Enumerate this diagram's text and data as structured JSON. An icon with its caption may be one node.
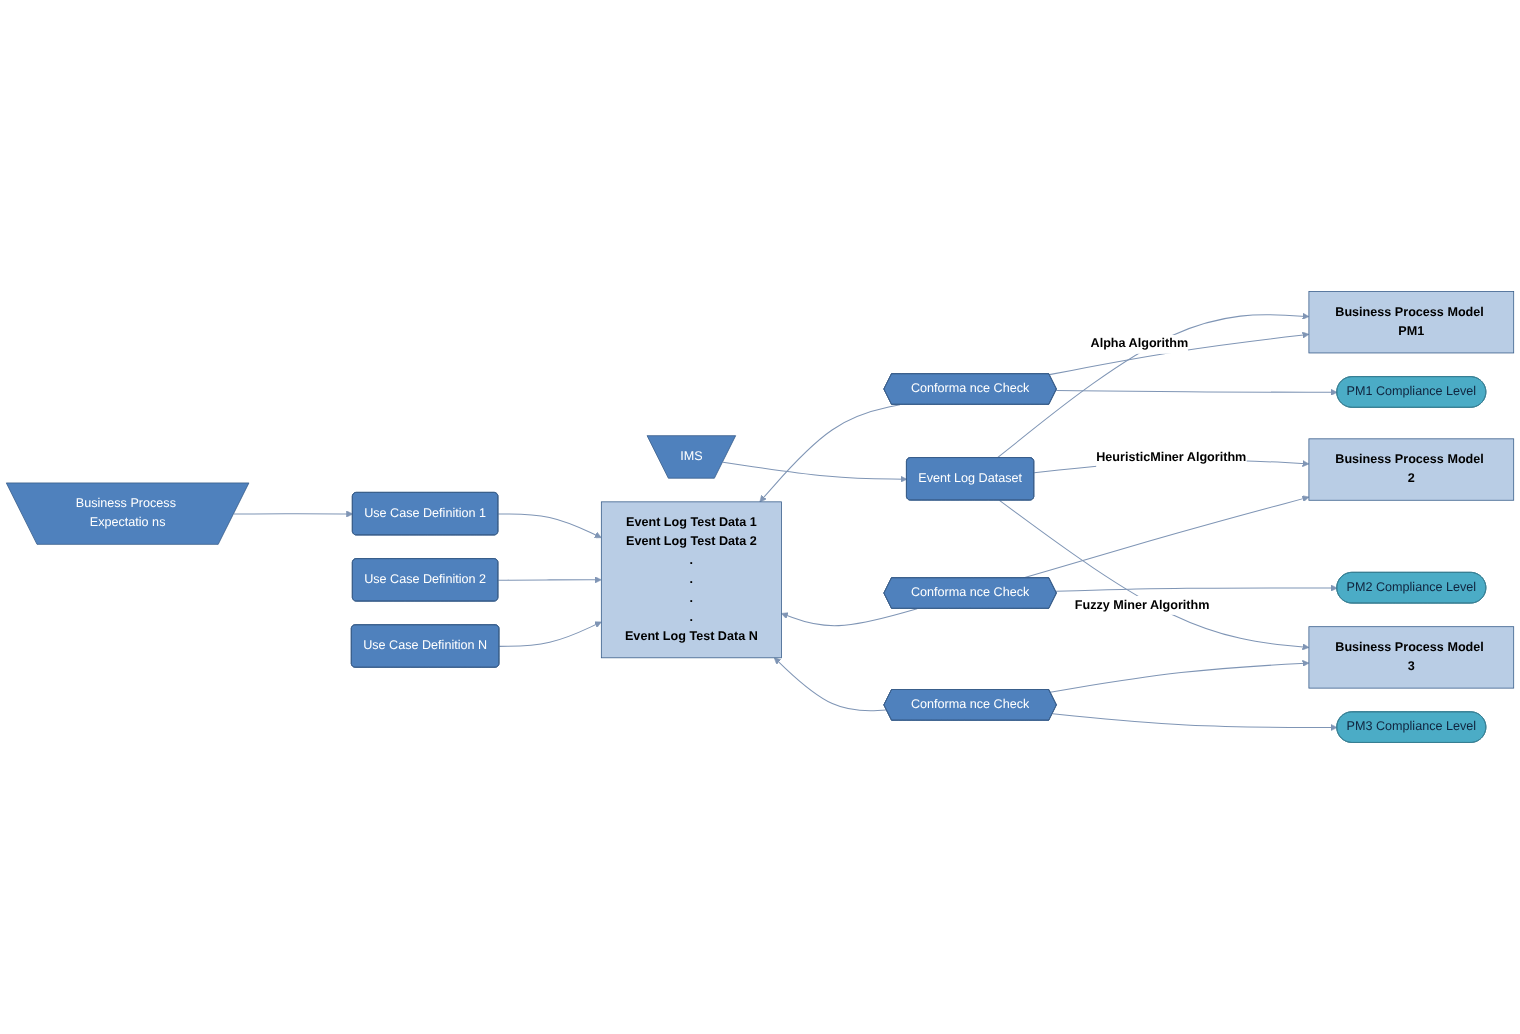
{
  "diagram": {
    "nodes": [
      {
        "text": [
          "Business Process Expectatio ns"
        ]
      },
      {
        "text": [
          "Use Case Definition 1"
        ]
      },
      {
        "text": [
          "Use Case Definition 2"
        ]
      },
      {
        "text": [
          "Use Case Definition N"
        ]
      },
      {
        "text": [
          "Event Log Test Data 1",
          "Event Log Test Data 2",
          ".",
          ".",
          ".",
          ".",
          "Event Log Test Data N"
        ]
      },
      {
        "text": [
          "IMS"
        ]
      },
      {
        "text": [
          "Event Log Dataset"
        ]
      },
      {
        "text": [
          "Conforma nce Check"
        ]
      },
      {
        "text": [
          "Business Process Model PM1"
        ]
      },
      {
        "text": [
          "PM1 Compliance Level"
        ]
      },
      {
        "text": [
          "Conforma nce Check"
        ]
      },
      {
        "text": [
          "Business Process Model 2"
        ]
      },
      {
        "text": [
          "PM2 Compliance Level"
        ]
      },
      {
        "text": [
          "Conforma nce Check"
        ]
      },
      {
        "text": [
          "Business Process Model 3"
        ]
      },
      {
        "text": [
          "PM3 Compliance Level"
        ]
      }
    ],
    "edges": [
      {
        "from": 0,
        "to": 1,
        "arrow": "to"
      },
      {
        "from": 1,
        "to": 4,
        "arrow": "to"
      },
      {
        "from": 2,
        "to": 4,
        "arrow": "to"
      },
      {
        "from": 3,
        "to": 4,
        "arrow": "to"
      },
      {
        "from": 5,
        "to": 6,
        "arrow": "to"
      },
      {
        "from": 6,
        "to": 8,
        "arrow": "to",
        "label": "Alpha Algorithm"
      },
      {
        "from": 6,
        "to": 11,
        "arrow": "to",
        "label": "HeuristicMiner Algorithm"
      },
      {
        "from": 6,
        "to": 14,
        "arrow": "to",
        "label": "Fuzzy Miner Algorithm"
      },
      {
        "from": 7,
        "to": 4,
        "arrow": "to"
      },
      {
        "from": 7,
        "to": 8,
        "arrow": "to"
      },
      {
        "from": 7,
        "to": 9,
        "arrow": "to"
      },
      {
        "from": 10,
        "to": 4,
        "arrow": "to"
      },
      {
        "from": 10,
        "to": 11,
        "arrow": "to"
      },
      {
        "from": 10,
        "to": 12,
        "arrow": "to"
      },
      {
        "from": 13,
        "to": 4,
        "arrow": "to"
      },
      {
        "from": 13,
        "to": 14,
        "arrow": "to"
      },
      {
        "from": 13,
        "to": 15,
        "arrow": "to"
      }
    ]
  }
}
